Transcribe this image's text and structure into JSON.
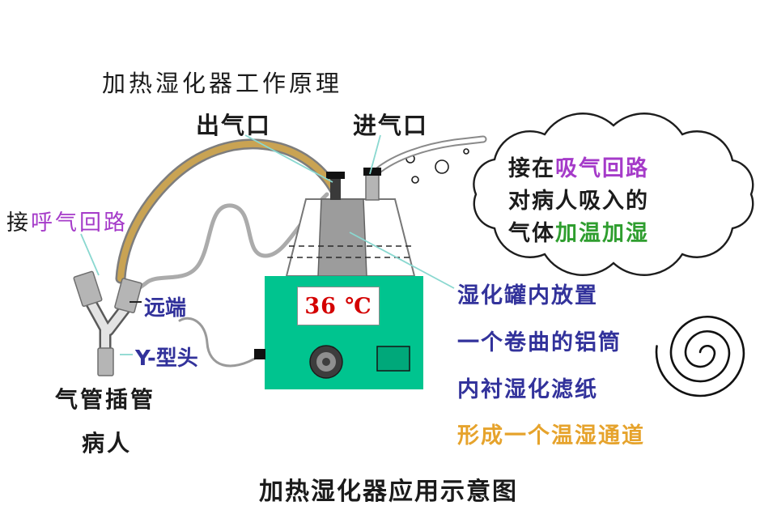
{
  "titles": {
    "main": "加热湿化器工作原理",
    "bottom": "加热湿化器应用示意图"
  },
  "port_labels": {
    "outlet": "出气口",
    "inlet": "进气口"
  },
  "patient_side": {
    "connect_prefix": "接",
    "exhale_circuit": "呼气回路",
    "distal_end": "远端",
    "y_connector": "Y-型头",
    "tracheal_tube": "气管插管",
    "patient": "病人"
  },
  "cloud_note": {
    "line1_prefix": "接在",
    "line1_circuit": "吸气回路",
    "line2": "对病人吸入的",
    "line3_prefix": "气体",
    "line3_warming": "加温",
    "line3_humidifying": "加湿"
  },
  "device": {
    "temperature": "36 ℃"
  },
  "side_notes": {
    "note1": "湿化罐内放置",
    "note2": "一个卷曲的铝筒",
    "note3": "内衬湿化滤纸",
    "note4": "形成一个温湿通道"
  },
  "colors": {
    "purple": "#a53bc9",
    "green_text": "#2f9e2f",
    "blue_text": "#32329b",
    "orange_text": "#e6a32c",
    "red_temp": "#d40000",
    "device_green": "#00c48f",
    "device_green_dark": "#00a87a",
    "tube_tan": "#c9a353",
    "leader_cyan": "#8ad8d0"
  }
}
